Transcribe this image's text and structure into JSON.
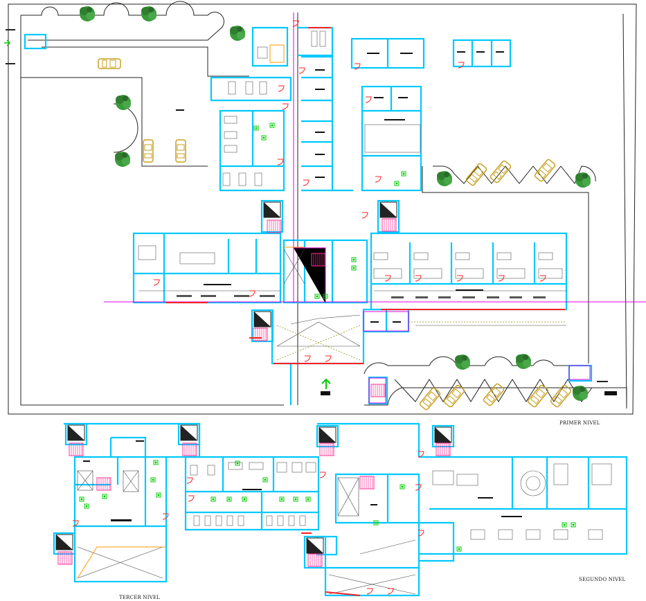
{
  "labels": {
    "primer_nivel": "PRIMER NIVEL",
    "segundo_nivel": "SEGUNDO NIVEL",
    "tercer_nivel": "TERCER NIVEL"
  },
  "colors": {
    "wall": "#00c8ff",
    "outline": "#222222",
    "axis": "#e000e0",
    "door": "#ff2020",
    "stair": "#ff3399",
    "tree": "#2f8a2f",
    "car": "#c8a020",
    "green_fixture": "#00cc00",
    "orange": "#ff9900"
  },
  "icons": [
    "tree-icon",
    "car-icon",
    "stair-icon",
    "elevator-icon",
    "door-swing-icon",
    "entry-arrow-icon"
  ]
}
